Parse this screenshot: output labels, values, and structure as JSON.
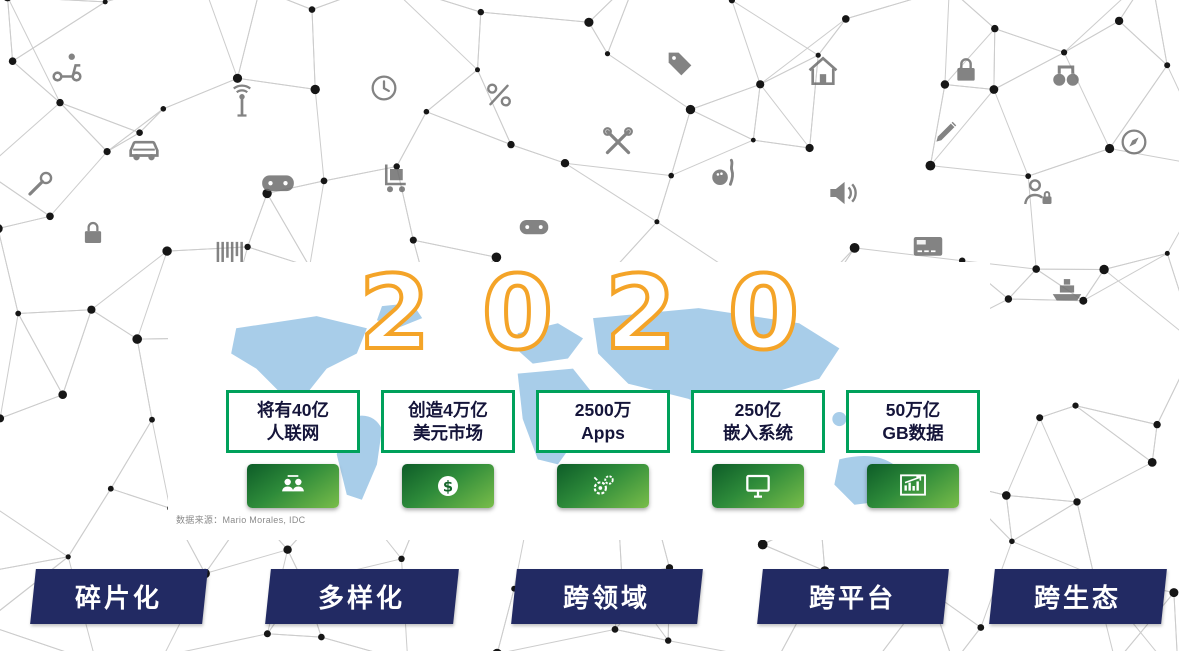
{
  "slide": {
    "year": "2020",
    "source_note": "数据来源：Mario Morales, IDC"
  },
  "stats": [
    {
      "line1": "将有40亿",
      "line2": "人联网",
      "icon": "connected-people-icon"
    },
    {
      "line1": "创造4万亿",
      "line2": "美元市场",
      "icon": "dollar-icon"
    },
    {
      "line1": "2500万",
      "line2": "Apps",
      "icon": "apps-gears-icon"
    },
    {
      "line1": "250亿",
      "line2": "嵌入系统",
      "icon": "monitor-icon"
    },
    {
      "line1": "50万亿",
      "line2": "GB数据",
      "icon": "chart-icon"
    }
  ],
  "banners": [
    {
      "label": "碎片化"
    },
    {
      "label": "多样化"
    },
    {
      "label": "跨领域"
    },
    {
      "label": "跨平台"
    },
    {
      "label": "跨生态"
    }
  ],
  "colors": {
    "banner_navy": "#222a63",
    "box_border_green": "#00a15b",
    "year_orange": "#f4a428",
    "map_blue": "#a8cde9",
    "tile_green_dark": "#0d5c28",
    "tile_green_light": "#79bd4a",
    "network_dot": "#161616",
    "network_line": "#cccccc"
  },
  "background_icons": [
    "delivery-scooter-icon",
    "antenna-icon",
    "clock-icon",
    "percent-icon",
    "price-tag-icon",
    "house-icon",
    "lock-icon",
    "binoculars-icon",
    "car-icon",
    "tools-icon",
    "pen-icon",
    "compass-icon",
    "wrench-icon",
    "gamepad-icon",
    "handtruck-icon",
    "bowling-icon",
    "speaker-icon",
    "user-lock-icon",
    "barcode-icon",
    "card-icon",
    "ship-icon"
  ]
}
